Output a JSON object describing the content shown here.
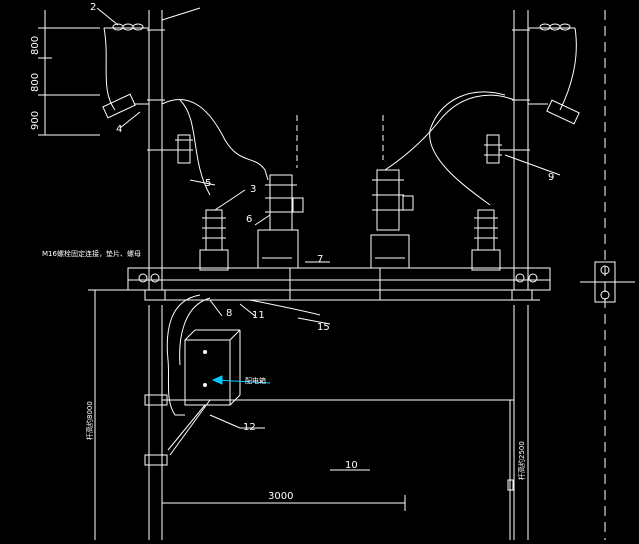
{
  "drawing": {
    "labels": {
      "callout_2": "2",
      "callout_3": "3",
      "callout_4": "4",
      "callout_5": "5",
      "callout_6": "6",
      "callout_7": "7",
      "callout_8": "8",
      "callout_9": "9",
      "callout_10": "10",
      "callout_11": "11",
      "callout_12": "12",
      "callout_15": "15"
    },
    "dimensions": {
      "dim_900": "900",
      "dim_800a": "800",
      "dim_800b": "800",
      "dim_3000": "3000",
      "dim_left_vertical": "杆高约8000",
      "dim_right_vertical": "杆高约2500"
    },
    "notes": {
      "crossarm_note": "M16螺栓固定连接，垫片、螺母",
      "box_note": "配电箱"
    },
    "colors": {
      "background": "#000000",
      "line": "#ffffff",
      "accent_arrow": "#00c8ff"
    }
  }
}
